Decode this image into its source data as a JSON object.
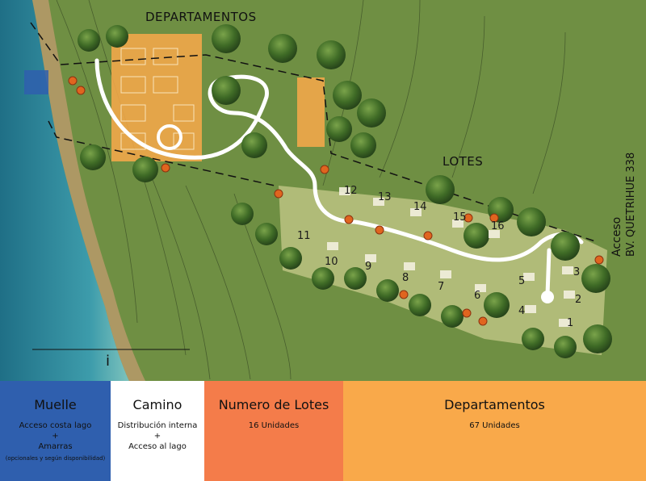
{
  "map": {
    "title_departamentos": "DEPARTAMENTOS",
    "title_lotes": "LOTES",
    "access_line1": "Acceso",
    "access_line2": "BV. QUETRIHUE 338",
    "scale_marker": "i",
    "lots": [
      "1",
      "2",
      "3",
      "4",
      "5",
      "6",
      "7",
      "8",
      "9",
      "10",
      "11",
      "12",
      "13",
      "14",
      "15",
      "16"
    ]
  },
  "legend": {
    "muelle": {
      "title": "Muelle",
      "line1": "Acceso costa lago",
      "plus": "+",
      "line2": "Amarras",
      "note": "(opcionales y según disponibilidad)"
    },
    "camino": {
      "title": "Camino",
      "line1": "Distribución interna",
      "plus": "+",
      "line2": "Acceso al lago"
    },
    "lotes": {
      "title": "Numero de Lotes",
      "line1": "16 Unidades"
    },
    "departamentos": {
      "title": "Departamentos",
      "line1": "67 Unidades"
    }
  },
  "colors": {
    "lake": "#3a8fa0",
    "grass": "#6f8f43",
    "muelle": "#2f5fae",
    "camino": "#ffffff",
    "lotes": "#f47c4a",
    "departamentos": "#f9a94a"
  }
}
